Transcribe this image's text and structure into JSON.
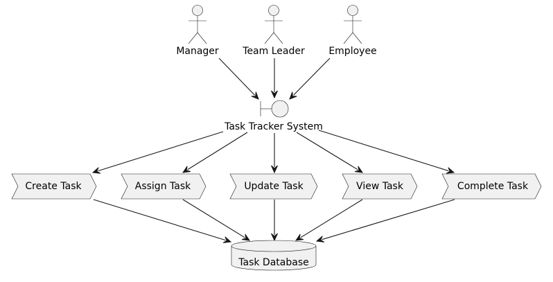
{
  "actors": [
    {
      "id": "manager",
      "label": "Manager"
    },
    {
      "id": "team_leader",
      "label": "Team Leader"
    },
    {
      "id": "employee",
      "label": "Employee"
    }
  ],
  "boundary": {
    "id": "system",
    "label": "Task Tracker System"
  },
  "processes": [
    {
      "id": "create",
      "label": "Create Task"
    },
    {
      "id": "assign",
      "label": "Assign Task"
    },
    {
      "id": "update",
      "label": "Update Task"
    },
    {
      "id": "view",
      "label": "View Task"
    },
    {
      "id": "complete",
      "label": "Complete Task"
    }
  ],
  "database": {
    "id": "db",
    "label": "Task Database"
  },
  "edges": [
    {
      "from": "manager",
      "to": "system"
    },
    {
      "from": "team_leader",
      "to": "system"
    },
    {
      "from": "employee",
      "to": "system"
    },
    {
      "from": "system",
      "to": "create"
    },
    {
      "from": "system",
      "to": "assign"
    },
    {
      "from": "system",
      "to": "update"
    },
    {
      "from": "system",
      "to": "view"
    },
    {
      "from": "system",
      "to": "complete"
    },
    {
      "from": "create",
      "to": "db"
    },
    {
      "from": "assign",
      "to": "db"
    },
    {
      "from": "update",
      "to": "db"
    },
    {
      "from": "view",
      "to": "db"
    },
    {
      "from": "complete",
      "to": "db"
    }
  ],
  "colors": {
    "fill": "#f1f1f1",
    "stroke": "#181818",
    "background": "#ffffff"
  }
}
